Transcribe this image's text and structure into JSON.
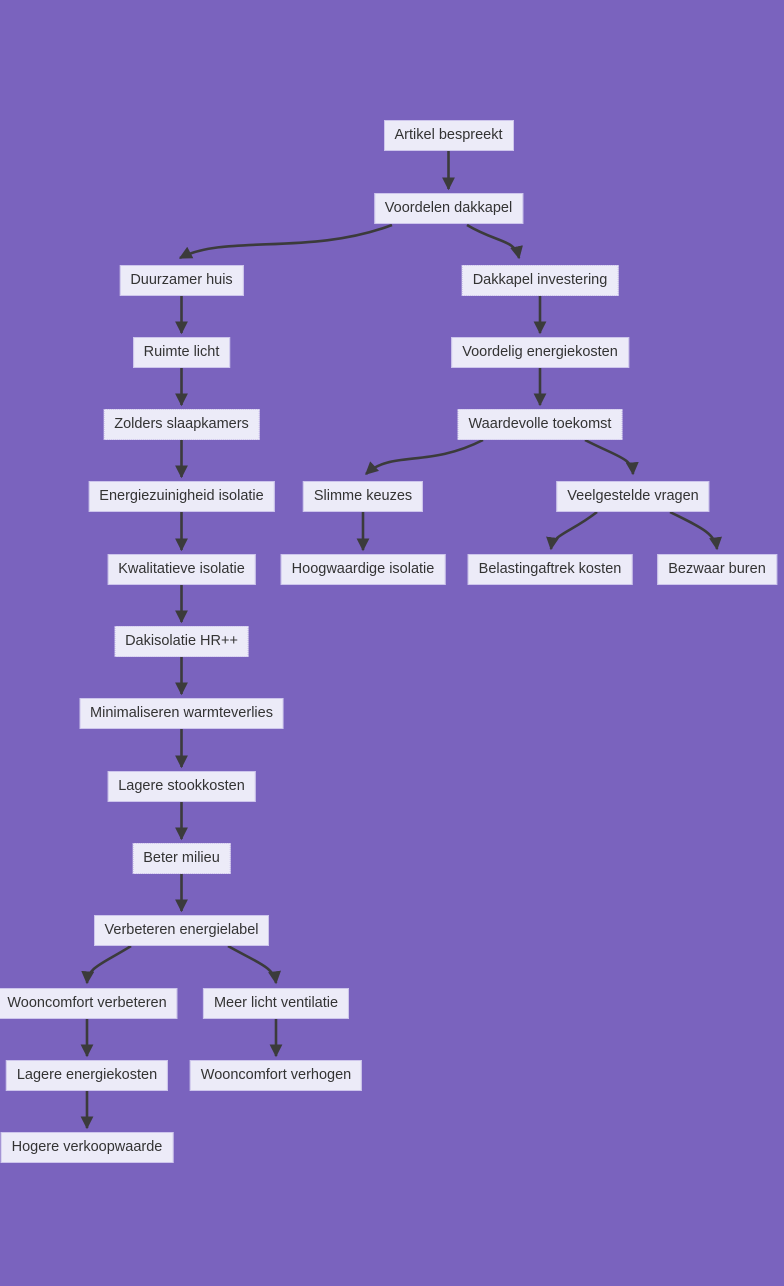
{
  "diagram": {
    "type": "flowchart-top-down",
    "colors": {
      "background": "#7A63BE",
      "node_fill": "#ECEBF8",
      "node_border": "#CDC5EC",
      "node_text": "#333333",
      "edge": "#3B3B3B"
    },
    "nodes": {
      "artikel_bespreekt": {
        "label": "Artikel bespreekt"
      },
      "voordelen_dakkapel": {
        "label": "Voordelen dakkapel"
      },
      "duurzamer_huis": {
        "label": "Duurzamer huis"
      },
      "dakkapel_investering": {
        "label": "Dakkapel investering"
      },
      "ruimte_licht": {
        "label": "Ruimte licht"
      },
      "voordelig_energiekosten": {
        "label": "Voordelig energiekosten"
      },
      "zolders_slaapkamers": {
        "label": "Zolders slaapkamers"
      },
      "waardevolle_toekomst": {
        "label": "Waardevolle toekomst"
      },
      "energiezuinigheid_isolatie": {
        "label": "Energiezuinigheid isolatie"
      },
      "slimme_keuzes": {
        "label": "Slimme keuzes"
      },
      "veelgestelde_vragen": {
        "label": "Veelgestelde vragen"
      },
      "kwalitatieve_isolatie": {
        "label": "Kwalitatieve isolatie"
      },
      "hoogwaardige_isolatie": {
        "label": "Hoogwaardige isolatie"
      },
      "belastingaftrek_kosten": {
        "label": "Belastingaftrek kosten"
      },
      "bezwaar_buren": {
        "label": "Bezwaar buren"
      },
      "dakisolatie_hr": {
        "label": "Dakisolatie HR++"
      },
      "minimaliseren_warmteverlies": {
        "label": "Minimaliseren warmteverlies"
      },
      "lagere_stookkosten": {
        "label": "Lagere stookkosten"
      },
      "beter_milieu": {
        "label": "Beter milieu"
      },
      "verbeteren_energielabel": {
        "label": "Verbeteren energielabel"
      },
      "wooncomfort_verbeteren": {
        "label": "Wooncomfort verbeteren"
      },
      "meer_licht_ventilatie": {
        "label": "Meer licht ventilatie"
      },
      "lagere_energiekosten": {
        "label": "Lagere energiekosten"
      },
      "wooncomfort_verhogen": {
        "label": "Wooncomfort verhogen"
      },
      "hogere_verkoopwaarde": {
        "label": "Hogere verkoopwaarde"
      }
    },
    "edges": [
      [
        "artikel_bespreekt",
        "voordelen_dakkapel"
      ],
      [
        "voordelen_dakkapel",
        "duurzamer_huis"
      ],
      [
        "voordelen_dakkapel",
        "dakkapel_investering"
      ],
      [
        "duurzamer_huis",
        "ruimte_licht"
      ],
      [
        "ruimte_licht",
        "zolders_slaapkamers"
      ],
      [
        "zolders_slaapkamers",
        "energiezuinigheid_isolatie"
      ],
      [
        "energiezuinigheid_isolatie",
        "kwalitatieve_isolatie"
      ],
      [
        "kwalitatieve_isolatie",
        "dakisolatie_hr"
      ],
      [
        "dakisolatie_hr",
        "minimaliseren_warmteverlies"
      ],
      [
        "minimaliseren_warmteverlies",
        "lagere_stookkosten"
      ],
      [
        "lagere_stookkosten",
        "beter_milieu"
      ],
      [
        "beter_milieu",
        "verbeteren_energielabel"
      ],
      [
        "verbeteren_energielabel",
        "wooncomfort_verbeteren"
      ],
      [
        "verbeteren_energielabel",
        "meer_licht_ventilatie"
      ],
      [
        "wooncomfort_verbeteren",
        "lagere_energiekosten"
      ],
      [
        "lagere_energiekosten",
        "hogere_verkoopwaarde"
      ],
      [
        "meer_licht_ventilatie",
        "wooncomfort_verhogen"
      ],
      [
        "dakkapel_investering",
        "voordelig_energiekosten"
      ],
      [
        "voordelig_energiekosten",
        "waardevolle_toekomst"
      ],
      [
        "waardevolle_toekomst",
        "slimme_keuzes"
      ],
      [
        "waardevolle_toekomst",
        "veelgestelde_vragen"
      ],
      [
        "slimme_keuzes",
        "hoogwaardige_isolatie"
      ],
      [
        "veelgestelde_vragen",
        "belastingaftrek_kosten"
      ],
      [
        "veelgestelde_vragen",
        "bezwaar_buren"
      ]
    ]
  }
}
